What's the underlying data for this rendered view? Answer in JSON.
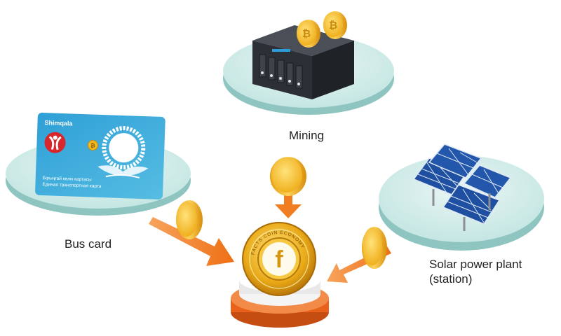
{
  "labels": {
    "mining": "Mining",
    "bus_card": "Bus card",
    "solar_line1": "Solar power plant",
    "solar_line2": "(station)"
  },
  "bus_card": {
    "brand": "Shimqala",
    "line1": "Бірыңғай көлік картасы",
    "line2": "Единая транспортная карта"
  },
  "central_coin": {
    "symbol": "f",
    "ring_text": "FACTS COIN ECONOMY"
  },
  "colors": {
    "platform": "#c4e6e2",
    "platform_side": "#8fc5c0",
    "arrow": "#f07d1f",
    "coin": "#f2b822",
    "card": "#3aa8d8",
    "pedestal": "#e9621c"
  },
  "icons": [
    "bitcoin-coin-icon",
    "mining-rig-icon",
    "solar-panel-icon",
    "gold-coin-icon",
    "arrow-icon"
  ]
}
